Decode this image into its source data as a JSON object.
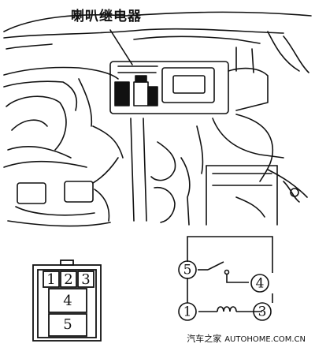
{
  "caption": "喇叭继电器",
  "connector": {
    "top_row": [
      "1",
      "2",
      "3"
    ],
    "middle": "4",
    "bottom": "5"
  },
  "schematic": {
    "terminals": {
      "t5": "5",
      "t4": "4",
      "t1": "1",
      "t3": "3"
    }
  },
  "watermark": {
    "cn": "汽车之家",
    "url": "AUTOHOME.COM.CN"
  }
}
